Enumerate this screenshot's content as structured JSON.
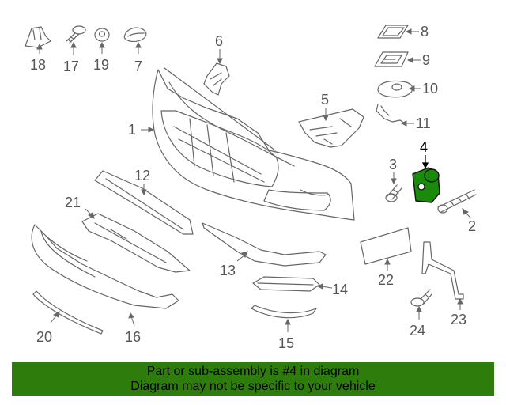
{
  "callouts": [
    "1",
    "2",
    "3",
    "4",
    "5",
    "6",
    "7",
    "8",
    "9",
    "10",
    "11",
    "12",
    "13",
    "14",
    "15",
    "16",
    "17",
    "18",
    "19",
    "20",
    "21",
    "22",
    "23",
    "24"
  ],
  "highlighted_part": "4",
  "highlight_color": "#1a8a0a",
  "banner": {
    "line1": "Part or sub-assembly is #4 in diagram",
    "line2": "Diagram may not be specific to your vehicle",
    "background": "#2e7d0c"
  }
}
